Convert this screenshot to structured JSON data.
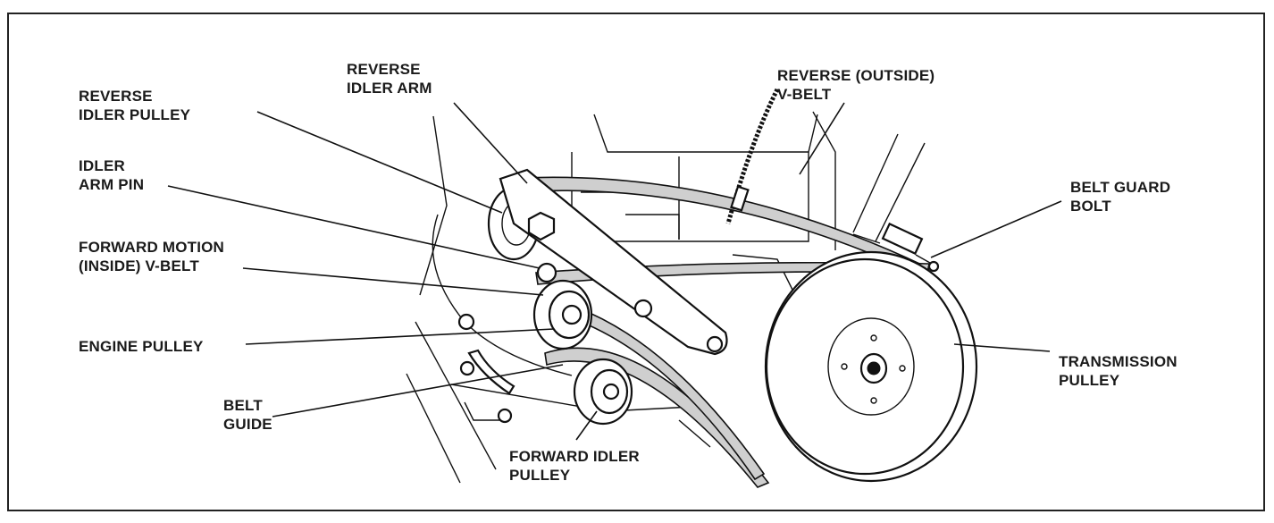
{
  "labels": {
    "reverse_idler_pulley": "REVERSE\nIDLER PULLEY",
    "reverse_idler_arm": "REVERSE\nIDLER ARM",
    "reverse_outside_vbelt": "REVERSE (OUTSIDE)\nV-BELT",
    "idler_arm_pin": "IDLER\nARM PIN",
    "belt_guard_bolt": "BELT GUARD\nBOLT",
    "forward_motion_vbelt": "FORWARD MOTION\n(INSIDE) V-BELT",
    "engine_pulley": "ENGINE PULLEY",
    "transmission_pulley": "TRANSMISSION\nPULLEY",
    "belt_guide": "BELT\nGUIDE",
    "forward_idler_pulley": "FORWARD IDLER\nPULLEY"
  }
}
